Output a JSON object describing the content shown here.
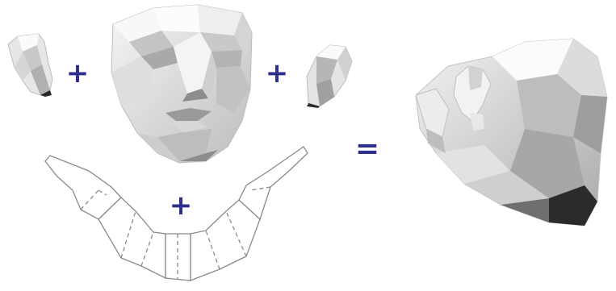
{
  "diagram": {
    "operators": {
      "plus_1": "+",
      "plus_2": "+",
      "plus_3": "+",
      "equals": "="
    },
    "colors": {
      "operator": "#2e2e8c",
      "outline": "#888888",
      "face_light": "#f2f2f2",
      "face_mid": "#cfcfcf",
      "face_dark": "#9a9a9a",
      "face_shadow": "#2a2a2a"
    },
    "parts": [
      {
        "id": "left-ear",
        "kind": "shaded-model"
      },
      {
        "id": "face-mask",
        "kind": "shaded-model"
      },
      {
        "id": "right-ear",
        "kind": "shaded-model"
      },
      {
        "id": "jaw-template",
        "kind": "unfolded-pattern"
      },
      {
        "id": "assembled-head",
        "kind": "shaded-model"
      }
    ]
  }
}
